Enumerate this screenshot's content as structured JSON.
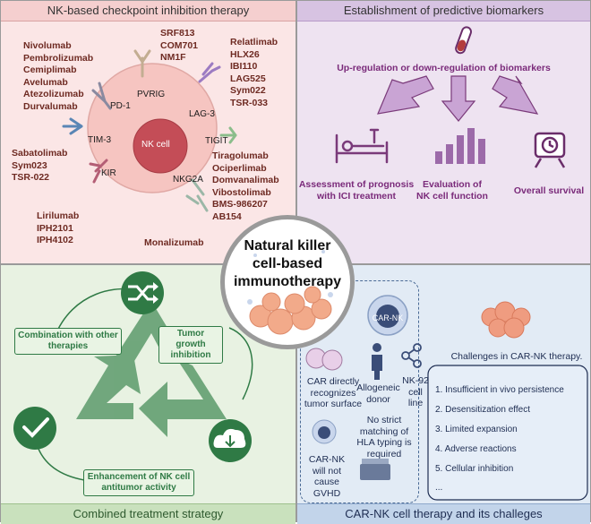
{
  "center": {
    "lines": [
      "Natural killer",
      "cell-based",
      "immunotherapy"
    ]
  },
  "tl": {
    "title": "NK-based checkpoint inhibition therapy",
    "cell_label": "NK cell",
    "receptors": {
      "pd1": "PD-1",
      "pvrig": "PVRIG",
      "lag3": "LAG-3",
      "tim3": "TIM-3",
      "tigit": "TIGIT",
      "kir": "KIR",
      "nkg2a": "NKG2A"
    },
    "drugs": {
      "pd1": [
        "Nivolumab",
        "Pembrolizumab",
        "Cemiplimab",
        "Avelumab",
        "Atezolizumab",
        "Durvalumab"
      ],
      "pvrig": [
        "SRF813",
        "COM701",
        "NM1F"
      ],
      "lag3": [
        "Relatlimab",
        "HLX26",
        "IBI110",
        "LAG525",
        "Sym022",
        "TSR-033"
      ],
      "tim3": [
        "Sabatolimab",
        "Sym023",
        "TSR-022"
      ],
      "tigit": [
        "Tiragolumab",
        "Ociperlimab",
        "Domvanalimab",
        "Vibostolimab",
        "BMS-986207",
        "AB154"
      ],
      "kir": [
        "Lirilumab",
        "IPH2101",
        "IPH4102"
      ],
      "nkg2a": [
        "Monalizumab"
      ]
    }
  },
  "tr": {
    "title": "Establishment of predictive biomarkers",
    "subtitle": "Up-regulation or down-regulation of biomarkers",
    "items": [
      {
        "text": "Assessment of prognosis with ICI treatment"
      },
      {
        "text": "Evaluation of NK cell function"
      },
      {
        "text": "Overall survival"
      }
    ]
  },
  "bl": {
    "title": "Combined treatment strategy",
    "boxes": {
      "combination": "Combination with other therapies",
      "tumor": "Tumor growth inhibition",
      "enhancement": "Enhancement of NK cell antitumor activity"
    }
  },
  "br": {
    "title": "CAR-NK cell therapy and its challeges",
    "car_nk": "CAR-NK",
    "features": {
      "recognize": "CAR directly recognizes tumor surface",
      "allogeneic": "Allogeneic donor",
      "nk92": "NK-92 cell line",
      "no_match": "No strict matching of HLA typing is required",
      "no_gvhd": "CAR-NK will not cause GVHD"
    },
    "challenges_title": "Challenges in CAR-NK therapy.",
    "challenges": [
      "1. Insufficient in vivo persistence",
      "2. Desensitization effect",
      "3. Limited expansion",
      "4. Adverse reactions",
      "5. Cellular inhibition",
      "..."
    ]
  },
  "colors": {
    "tl_bg": "#fbe6e6",
    "tr_bg": "#eee3f1",
    "bl_bg": "#e8f2e2",
    "br_bg": "#e2ebf5"
  }
}
